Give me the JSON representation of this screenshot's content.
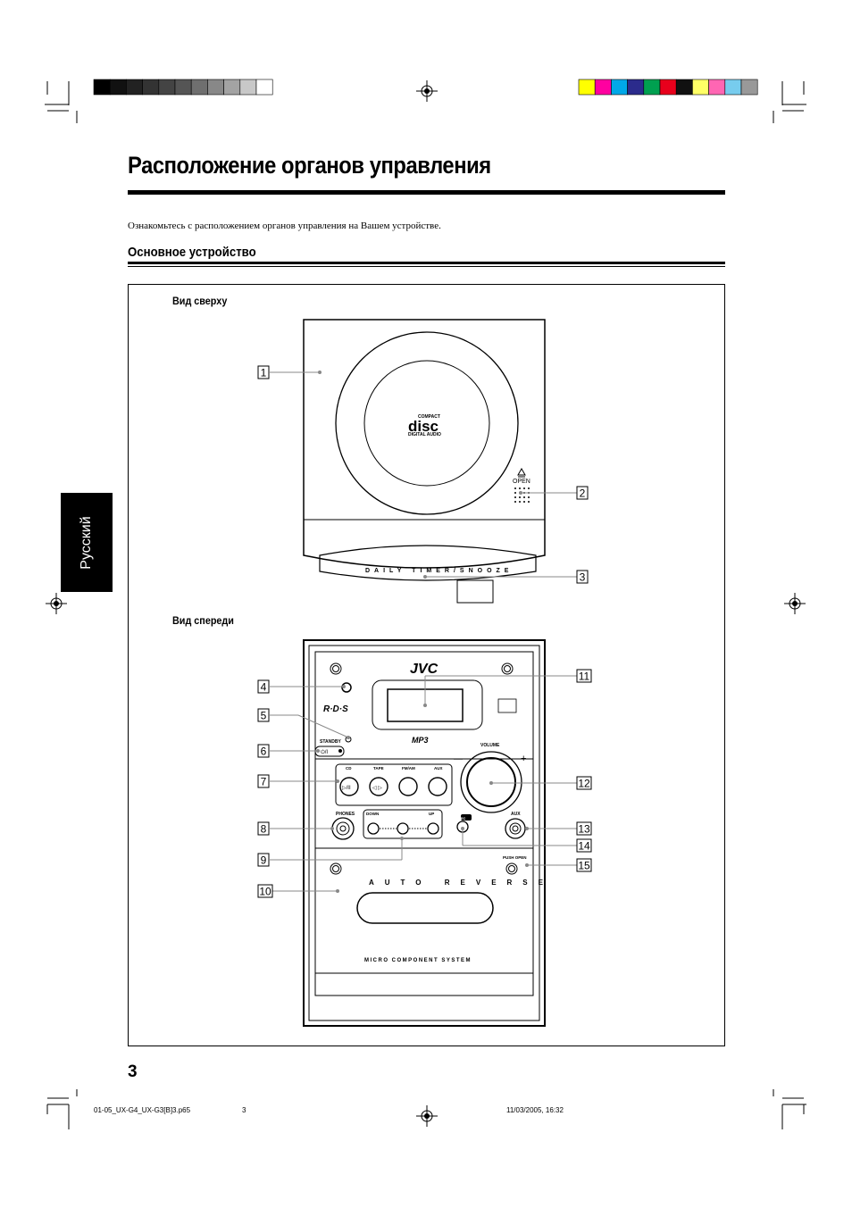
{
  "header": {
    "gray_swatches": [
      "#000000",
      "#111111",
      "#222222",
      "#333333",
      "#444444",
      "#555555",
      "#6f6f6f",
      "#888888",
      "#a3a3a3",
      "#c8c8c8",
      "#ffffff"
    ],
    "color_swatches": [
      "#ffff00",
      "#ff00a0",
      "#00a8e8",
      "#2b2b8c",
      "#00a050",
      "#e8001c",
      "#111111",
      "#ffff66",
      "#ff66b3",
      "#77ccee",
      "#999999"
    ]
  },
  "title": "Расположение органов управления",
  "intro": "Ознакомьтесь с расположением органов управления на Вашем устройстве.",
  "subtitle": "Основное устройство",
  "side_tab": "Русский",
  "figure": {
    "top_view_label": "Вид сверху",
    "front_view_label": "Вид спереди",
    "top_panel": {
      "logo_compact": "COMPACT",
      "logo_disc": "disc",
      "logo_digital": "DIGITAL AUDIO",
      "open_label": "OPEN",
      "daily_timer": "DAILY TIMER/SNOOZE"
    },
    "front_panel": {
      "brand": "JVC",
      "rds": "R·D·S",
      "mp3": "MP3",
      "standby": "STANDBY",
      "power": "⏻/I",
      "volume": "VOLUME",
      "minus": "—",
      "plus": "+",
      "source_labels": [
        "CD",
        "TAPE",
        "FM/AM",
        "AUX"
      ],
      "cd_button": "▷/II",
      "tape_button": "◁ ▷",
      "phones": "PHONES",
      "down": "DOWN",
      "up": "UP",
      "rec": "REC",
      "aux": "AUX",
      "push_open": "PUSH OPEN",
      "auto_reverse": "AUTO REVERSE",
      "system_name": "MICRO COMPONENT SYSTEM"
    },
    "callouts": [
      "1",
      "2",
      "3",
      "4",
      "5",
      "6",
      "7",
      "8",
      "9",
      "10",
      "11",
      "12",
      "13",
      "14",
      "15"
    ]
  },
  "page_number": "3",
  "footer": {
    "file": "01-05_UX-G4_UX-G3[B]3.p65",
    "page": "3",
    "date": "11/03/2005, 16:32"
  }
}
